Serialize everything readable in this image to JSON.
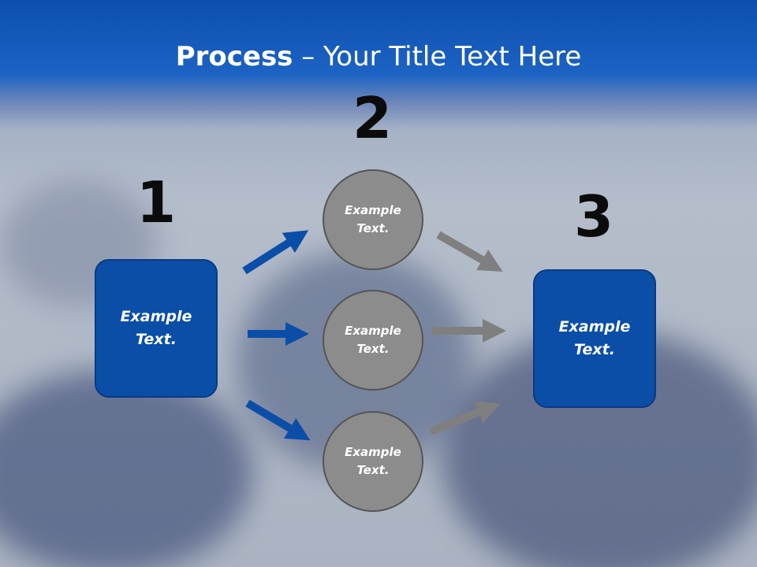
{
  "title": {
    "bold": "Process",
    "rest": " – Your Title Text Here"
  },
  "steps": [
    {
      "number": "1",
      "text": "Example\nText."
    },
    {
      "number": "2",
      "circles": [
        "Example\nText.",
        "Example\nText.",
        "Example\nText."
      ]
    },
    {
      "number": "3",
      "text": "Example\nText."
    }
  ],
  "colors": {
    "blue": "#0b4ea8",
    "gray_circle": "#8c8c8c",
    "gray_arrow": "#7f7f7f"
  }
}
